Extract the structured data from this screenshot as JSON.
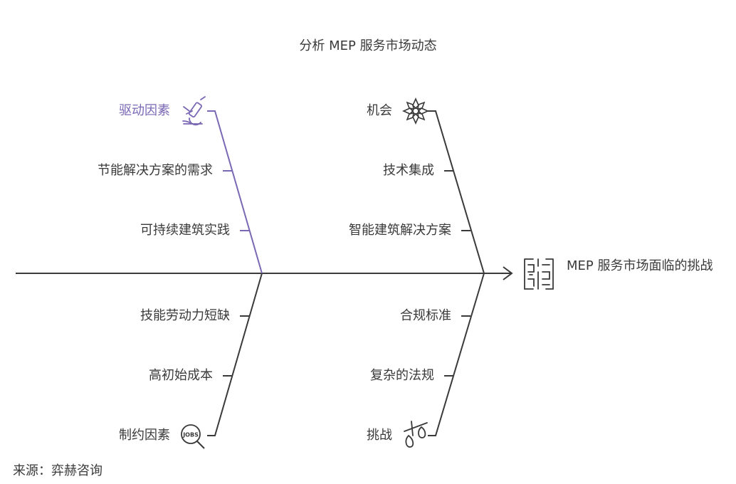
{
  "title": "分析 MEP 服务市场动态",
  "head": {
    "text": "MEP 服务市场面临的挑战",
    "icon": "maze-icon"
  },
  "source": "来源：弈赫咨询",
  "branches": {
    "drivers": {
      "label": "驱动因素",
      "icon": "microscope-icon",
      "color": "#7a68b4",
      "items": [
        "节能解决方案的需求",
        "可持续建筑实践"
      ]
    },
    "opportunities": {
      "label": "机会",
      "icon": "snowflake-icon",
      "color": "#3a3a3a",
      "items": [
        "技术集成",
        "智能建筑解决方案"
      ]
    },
    "restraints": {
      "label": "制约因素",
      "icon": "jobs-search-icon",
      "color": "#3a3a3a",
      "items": [
        "技能劳动力短缺",
        "高初始成本"
      ]
    },
    "challenges": {
      "label": "挑战",
      "icon": "balance-scale-icon",
      "color": "#3a3a3a",
      "items": [
        "合规标准",
        "复杂的法规"
      ]
    }
  },
  "colors": {
    "line": "#3a3a3a",
    "accent": "#7a68b4"
  }
}
